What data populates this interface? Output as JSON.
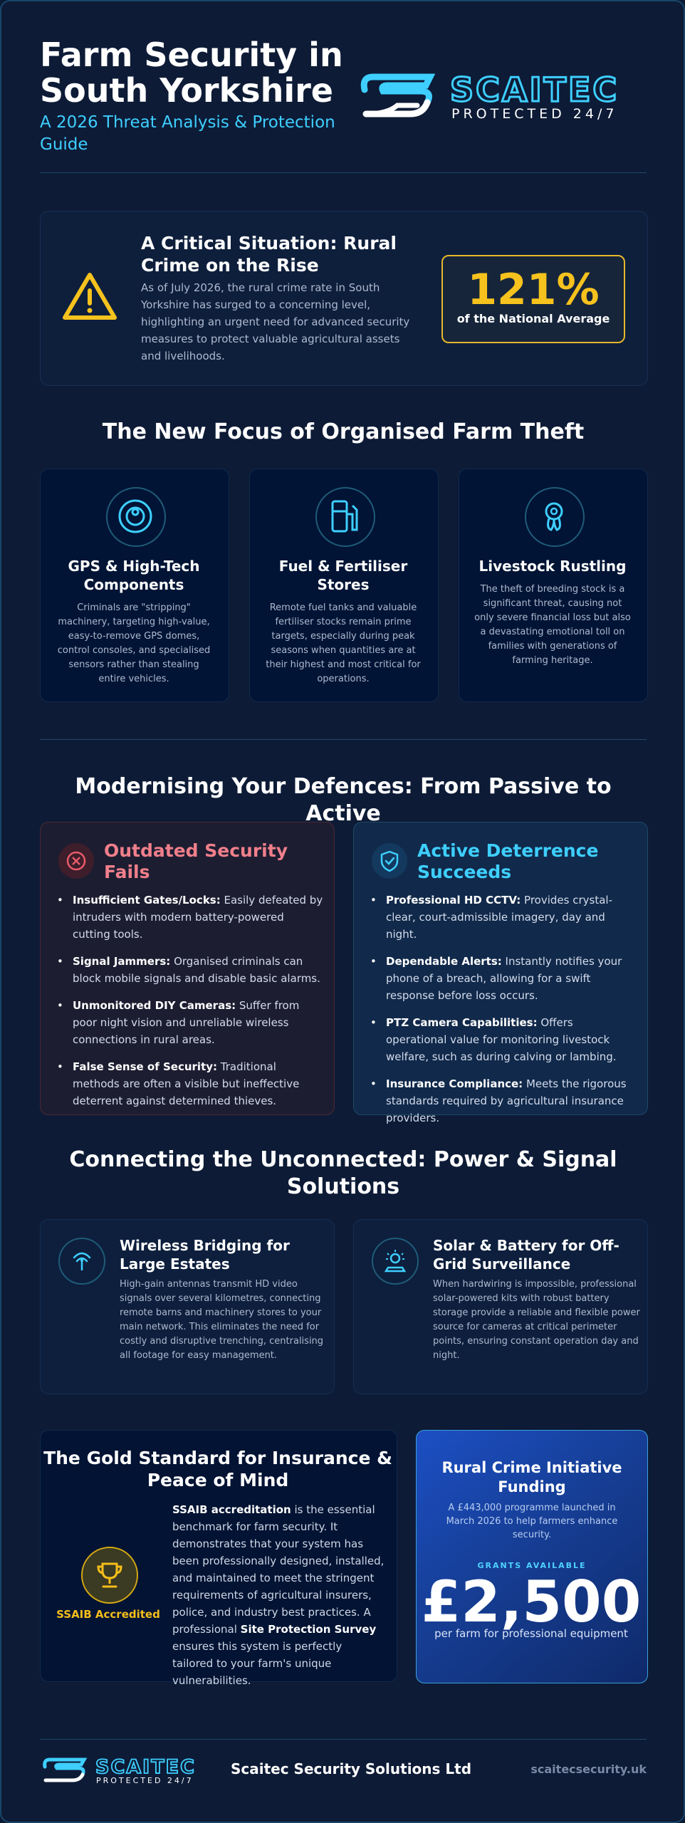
{
  "header": {
    "title": "Farm Security in South Yorkshire",
    "subtitle": "A 2026 Threat Analysis & Protection Guide",
    "logo_name": "SCAITEC",
    "logo_tagline": "PROTECTED 24/7"
  },
  "critical": {
    "title": "A Critical Situation: Rural Crime on the Rise",
    "text": "As of July 2026, the rural crime rate in South Yorkshire has surged to a concerning level, highlighting an urgent need for advanced security measures to protect valuable agricultural assets and livelihoods.",
    "stat_value": "121%",
    "stat_label": "of the National Average",
    "icon": "warning-icon"
  },
  "theft": {
    "heading": "The New Focus of Organised Farm Theft",
    "cards": [
      {
        "icon": "gps-target-icon",
        "title": "GPS & High-Tech Components",
        "text": "Criminals are \"stripping\" machinery, targeting high-value, easy-to-remove GPS domes, control consoles, and specialised sensors rather than stealing entire vehicles."
      },
      {
        "icon": "fuel-pump-icon",
        "title": "Fuel & Fertiliser Stores",
        "text": "Remote fuel tanks and valuable fertiliser stocks remain prime targets, especially during peak seasons when quantities are at their highest and most critical for operations."
      },
      {
        "icon": "livestock-icon",
        "title": "Livestock Rustling",
        "text": "The theft of breeding stock is a significant threat, causing not only severe financial loss but also a devastating emotional toll on families with generations of farming heritage."
      }
    ]
  },
  "defences": {
    "heading": "Modernising Your Defences: From Passive to Active",
    "fail": {
      "title": "Outdated Security Fails",
      "icon": "x-circle-icon",
      "color": "#f07f8b",
      "items": [
        {
          "bold": "Insufficient Gates/Locks:",
          "text": " Easily defeated by intruders with modern battery-powered cutting tools."
        },
        {
          "bold": "Signal Jammers:",
          "text": " Organised criminals can block mobile signals and disable basic alarms."
        },
        {
          "bold": "Unmonitored DIY Cameras:",
          "text": " Suffer from poor night vision and unreliable wireless connections in rural areas."
        },
        {
          "bold": "False Sense of Security:",
          "text": " Traditional methods are often a visible but ineffective deterrent against determined thieves."
        }
      ]
    },
    "success": {
      "title": "Active Deterrence Succeeds",
      "icon": "shield-check-icon",
      "color": "#3ecfff",
      "items": [
        {
          "bold": "Professional HD CCTV:",
          "text": " Provides crystal-clear, court-admissible imagery, day and night."
        },
        {
          "bold": "Dependable Alerts:",
          "text": " Instantly notifies your phone of a breach, allowing for a swift response before loss occurs."
        },
        {
          "bold": "PTZ Camera Capabilities:",
          "text": " Offers operational value for monitoring livestock welfare, such as during calving or lambing."
        },
        {
          "bold": "Insurance Compliance:",
          "text": " Meets the rigorous standards required by agricultural insurance providers."
        }
      ]
    }
  },
  "power": {
    "heading": "Connecting the Unconnected: Power & Signal Solutions",
    "cards": [
      {
        "icon": "wireless-antenna-icon",
        "title": "Wireless Bridging for Large Estates",
        "text": "High-gain antennas transmit HD video signals over several kilometres, connecting remote barns and machinery stores to your main network. This eliminates the need for costly and disruptive trenching, centralising all footage for easy management."
      },
      {
        "icon": "solar-battery-icon",
        "title": "Solar & Battery for Off-Grid Surveillance",
        "text": "When hardwiring is impossible, professional solar-powered kits with robust battery storage provide a reliable and flexible power source for cameras at critical perimeter points, ensuring constant operation day and night."
      }
    ]
  },
  "gold": {
    "title": "The Gold Standard for Insurance & Peace of Mind",
    "badge_label": "SSAIB Accredited",
    "badge_icon": "trophy-icon",
    "text_bold1": "SSAIB accreditation",
    "text_part1": " is the essential benchmark for farm security. It demonstrates that your system has been professionally designed, installed, and maintained to meet the stringent requirements of agricultural insurers, police, and industry best practices. A professional ",
    "text_bold2": "Site Protection Survey",
    "text_part2": " ensures this system is perfectly tailored to your farm's unique vulnerabilities."
  },
  "funding": {
    "title": "Rural Crime Initiative Funding",
    "text": "A £443,000 programme launched in March 2026 to help farmers enhance security.",
    "grant_label": "GRANTS AVAILABLE",
    "amount": "£2,500",
    "sub": "per farm for professional equipment"
  },
  "footer": {
    "company": "Scaitec Security Solutions Ltd",
    "url": "scaitecsecurity.uk",
    "logo_name": "SCAITEC",
    "logo_tagline": "PROTECTED 24/7"
  },
  "colors": {
    "background": "#0d1b36",
    "accent": "#3ecfff",
    "warning": "#f6c21d",
    "danger": "#f07f8b"
  }
}
